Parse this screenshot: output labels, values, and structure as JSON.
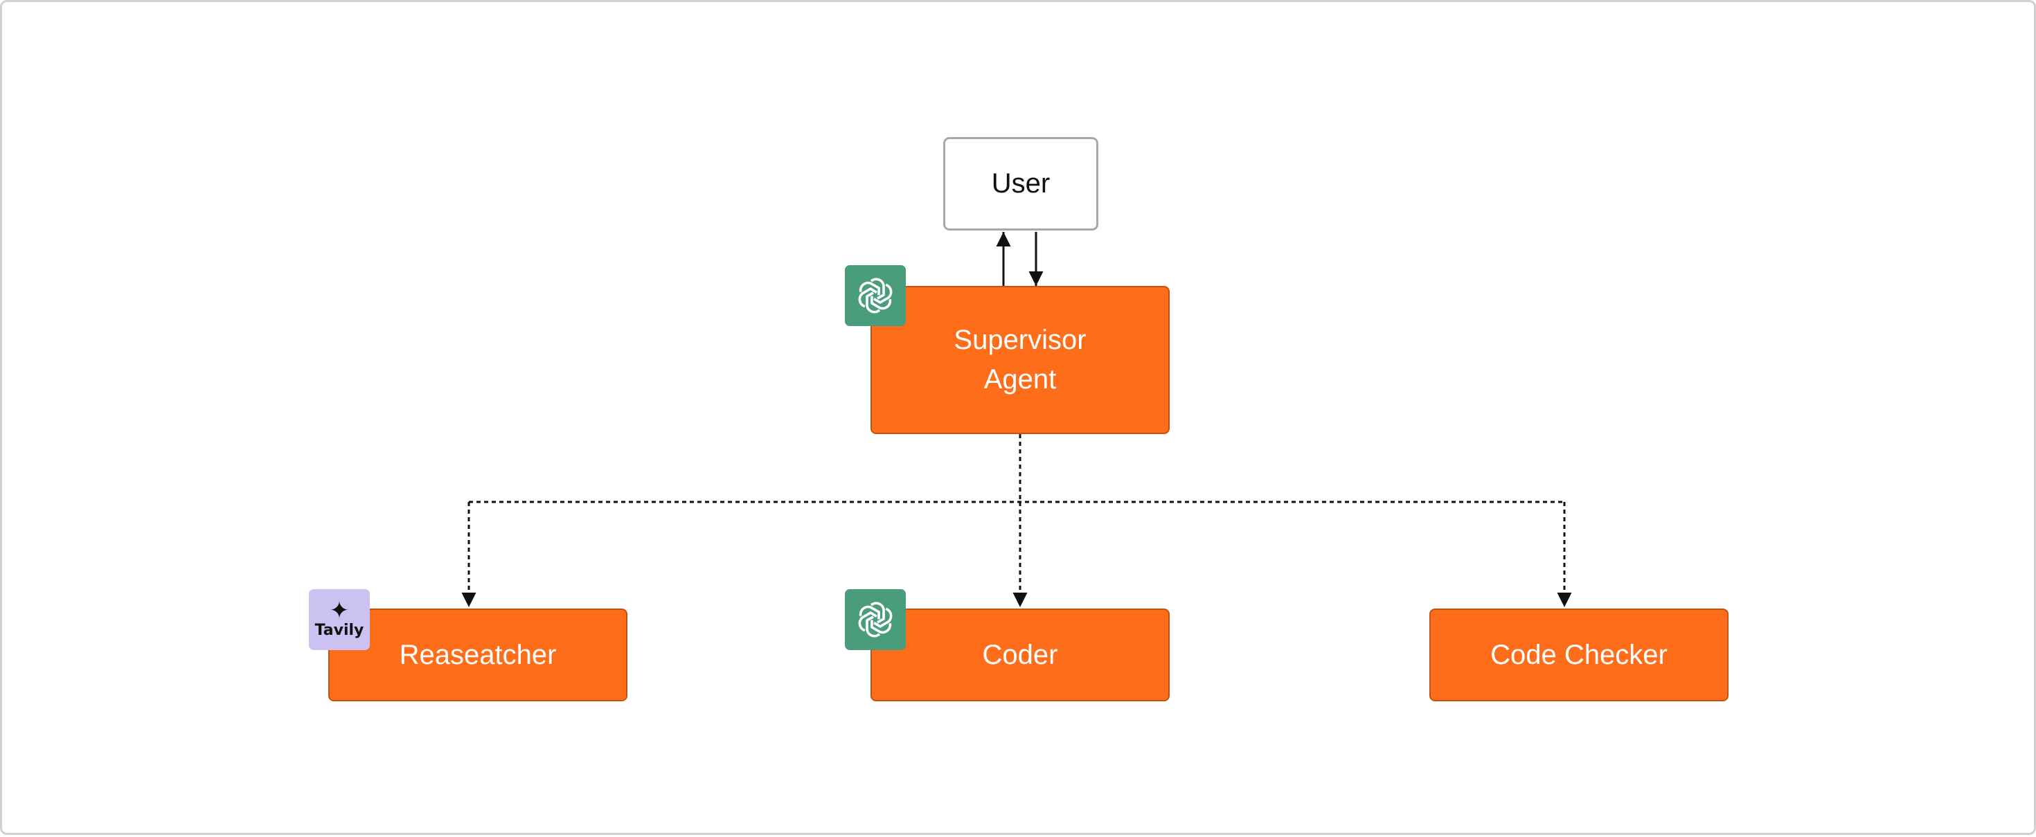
{
  "nodes": {
    "user": {
      "label": "User"
    },
    "supervisor": {
      "label_line1": "Supervisor",
      "label_line2": "Agent"
    },
    "researcher": {
      "label": "Reaseatcher"
    },
    "coder": {
      "label": "Coder"
    },
    "code_checker": {
      "label": "Code Checker"
    }
  },
  "badges": {
    "supervisor": {
      "icon": "openai-icon"
    },
    "coder": {
      "icon": "openai-icon"
    },
    "researcher": {
      "icon": "tavily-logo",
      "logo_text": "Tavily"
    }
  },
  "colors": {
    "agent_fill": "#fd6d1a",
    "openai_badge": "#4a9d7c",
    "tavily_badge": "#cbc2f2"
  }
}
